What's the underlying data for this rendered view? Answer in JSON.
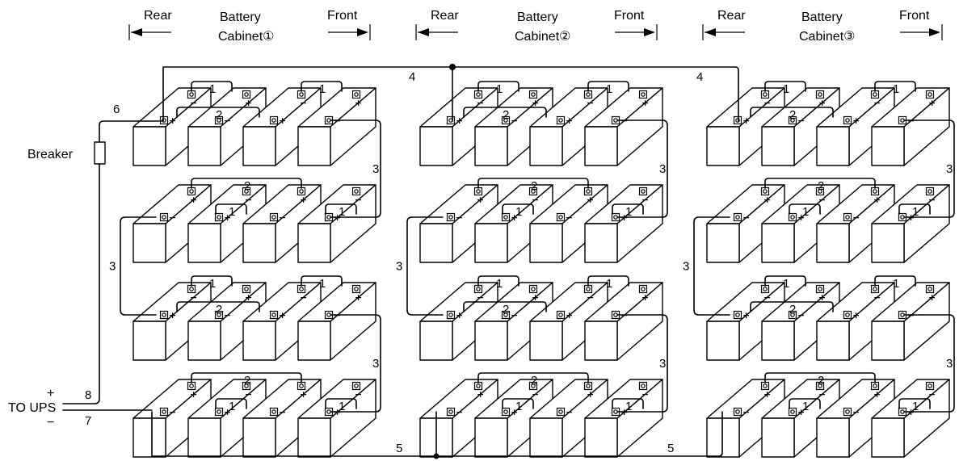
{
  "cabinets": [
    {
      "rear": "Rear",
      "title_line1": "Battery",
      "title_line2": "Cabinet①",
      "front": "Front"
    },
    {
      "rear": "Rear",
      "title_line1": "Battery",
      "title_line2": "Cabinet②",
      "front": "Front"
    },
    {
      "rear": "Rear",
      "title_line1": "Battery",
      "title_line2": "Cabinet③",
      "front": "Front"
    }
  ],
  "labels": {
    "breaker": "Breaker",
    "to_ups": "TO UPS",
    "plus": "+",
    "minus": "−"
  },
  "cable_numbers": {
    "intra_pair": "1",
    "cross_pair": "2",
    "row_link": "3",
    "top_link": "4",
    "bottom_link": "5",
    "breaker_cable": "6",
    "ups_negative": "7",
    "ups_positive": "8"
  },
  "terminal_signs": {
    "plus": "+",
    "minus": "−"
  }
}
